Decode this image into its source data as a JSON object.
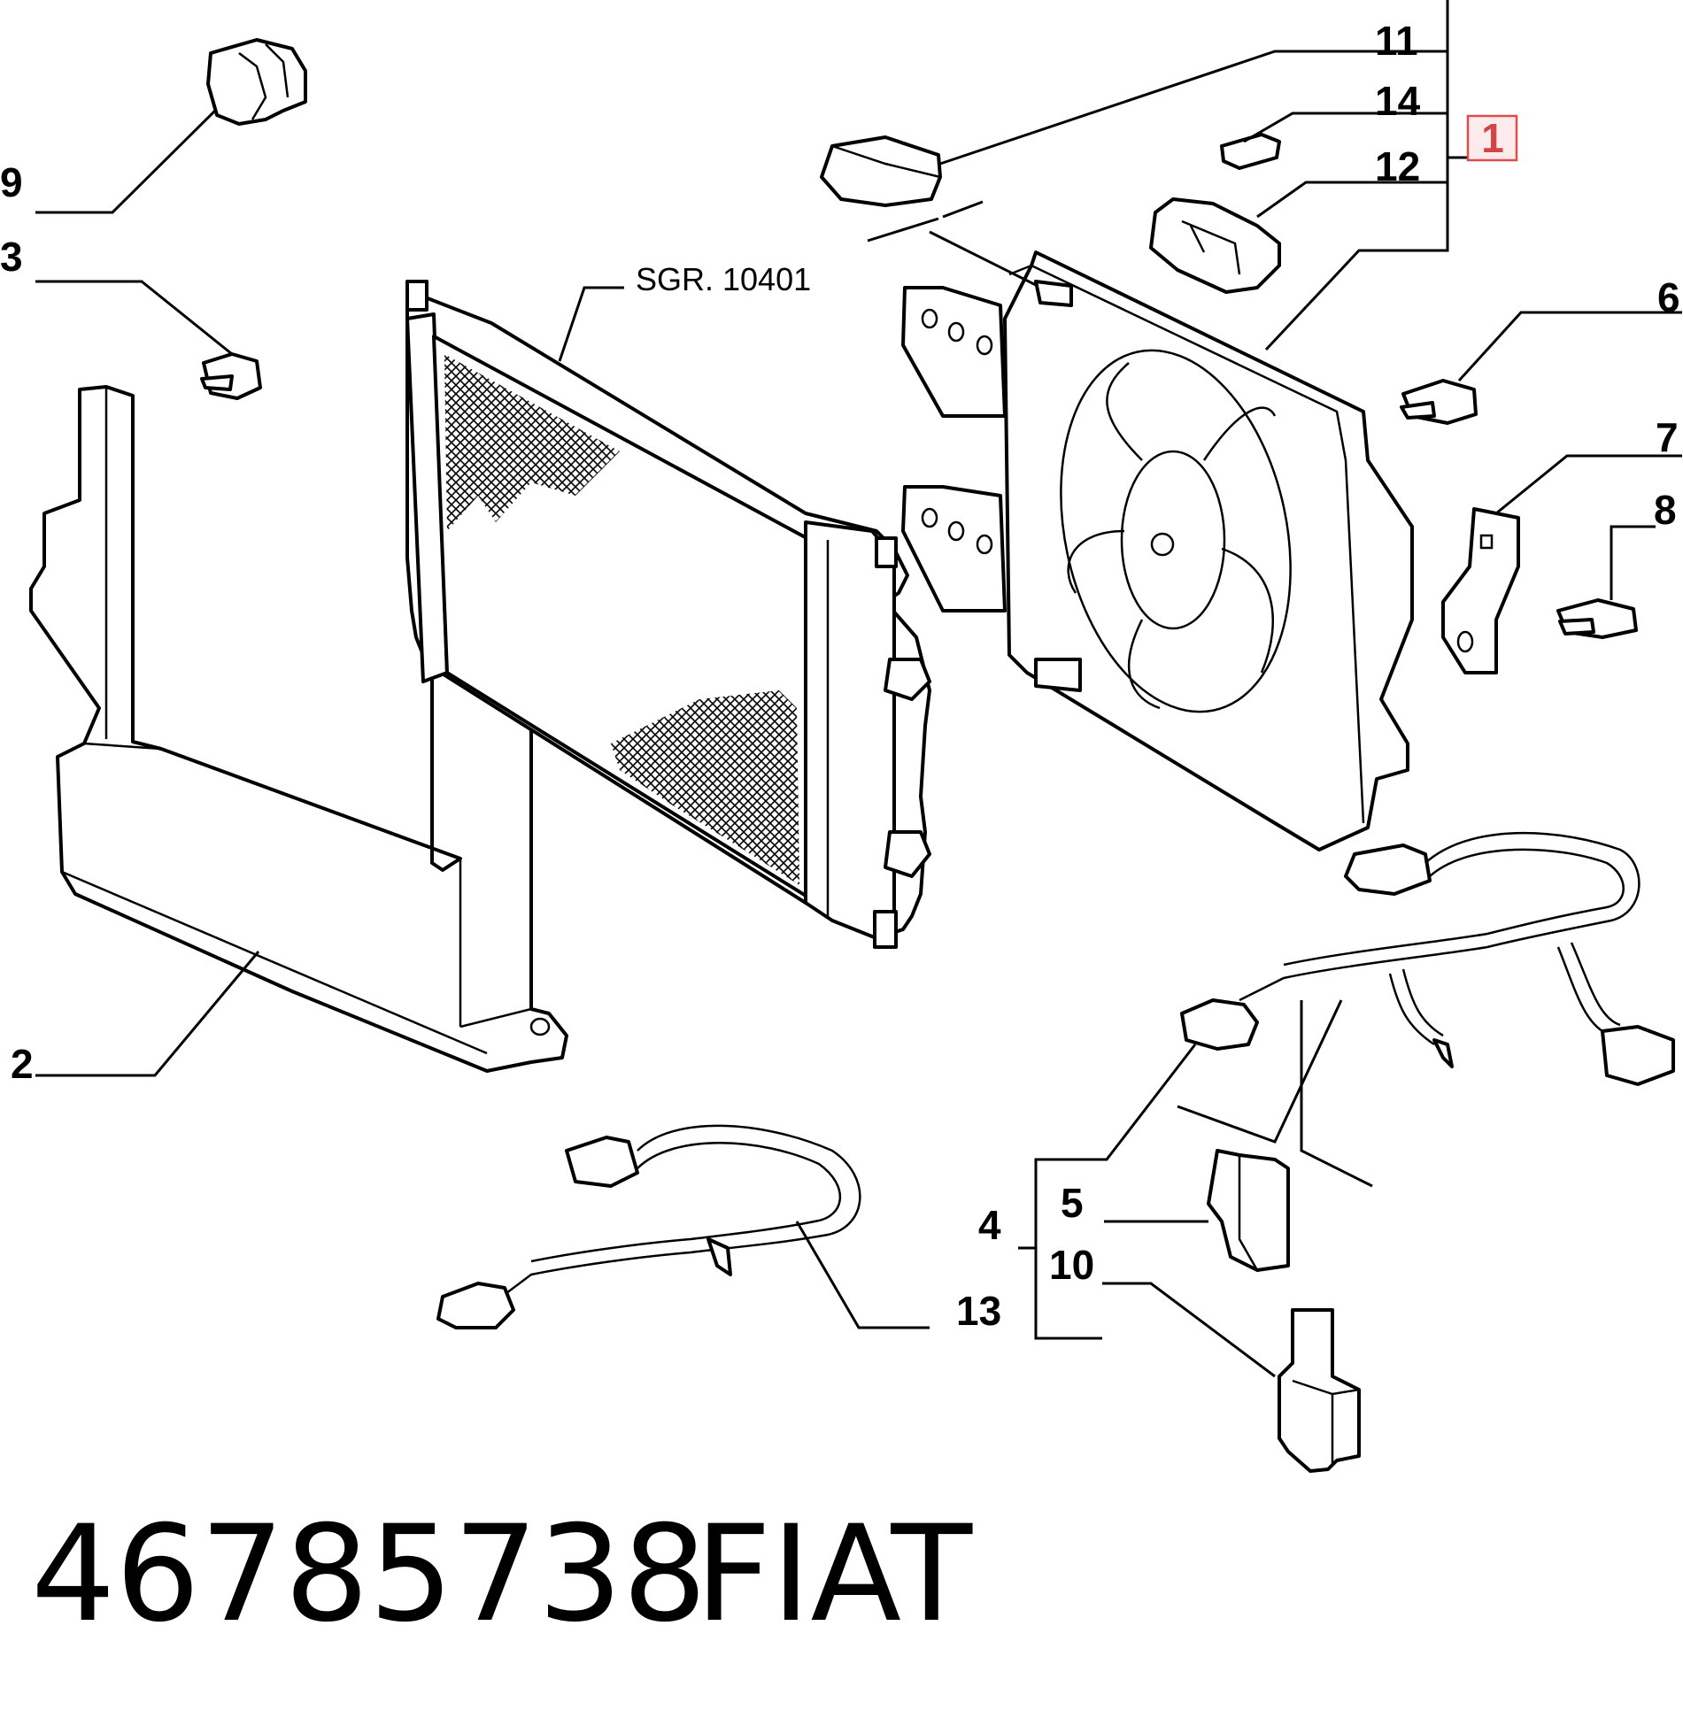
{
  "callouts": {
    "c1": "1",
    "c2": "2",
    "c3": "3",
    "c4": "4",
    "c5": "5",
    "c6": "6",
    "c7": "7",
    "c8": "8",
    "c9": "9",
    "c10": "10",
    "c11": "11",
    "c12": "12",
    "c13": "13",
    "c14": "14"
  },
  "reference_label": "SGR. 10401",
  "part_number": "46785738",
  "brand": "FIAT",
  "colors": {
    "highlight_border": "#e04c4c",
    "highlight_fill": "#fdeaea",
    "line": "#000000"
  }
}
